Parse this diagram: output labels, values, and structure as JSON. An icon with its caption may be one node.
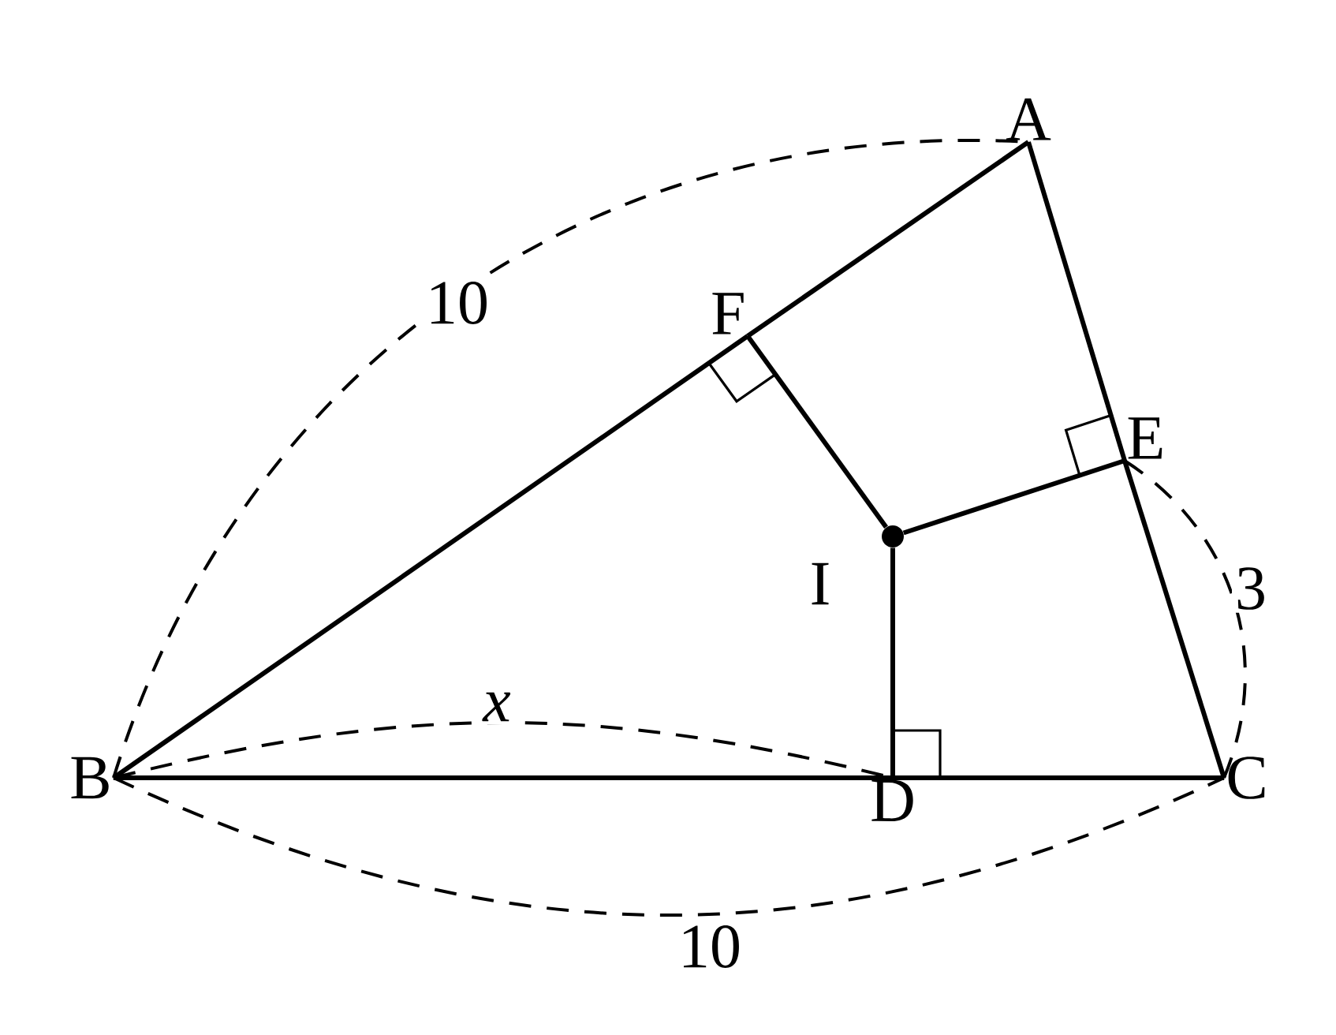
{
  "diagram": {
    "nodes": [
      {
        "text": [
          "A"
        ]
      },
      {
        "text": [
          "F"
        ]
      },
      {
        "text": [
          "E"
        ]
      },
      {
        "text": [
          "I"
        ]
      },
      {
        "text": [
          "B"
        ]
      },
      {
        "text": [
          "D"
        ]
      },
      {
        "text": [
          "C"
        ]
      }
    ],
    "edges": [
      {
        "from": 4,
        "to": 1,
        "arrow": "none"
      },
      {
        "from": 1,
        "to": 0,
        "arrow": "none"
      },
      {
        "from": 0,
        "to": 2,
        "arrow": "none"
      },
      {
        "from": 2,
        "to": 6,
        "arrow": "none"
      },
      {
        "from": 4,
        "to": 5,
        "arrow": "none"
      },
      {
        "from": 5,
        "to": 6,
        "arrow": "none"
      },
      {
        "from": 1,
        "to": 3,
        "arrow": "none"
      },
      {
        "from": 3,
        "to": 2,
        "arrow": "none"
      },
      {
        "from": 3,
        "to": 5,
        "arrow": "none"
      }
    ],
    "labels": [
      "10",
      "x",
      "3",
      "10"
    ]
  }
}
